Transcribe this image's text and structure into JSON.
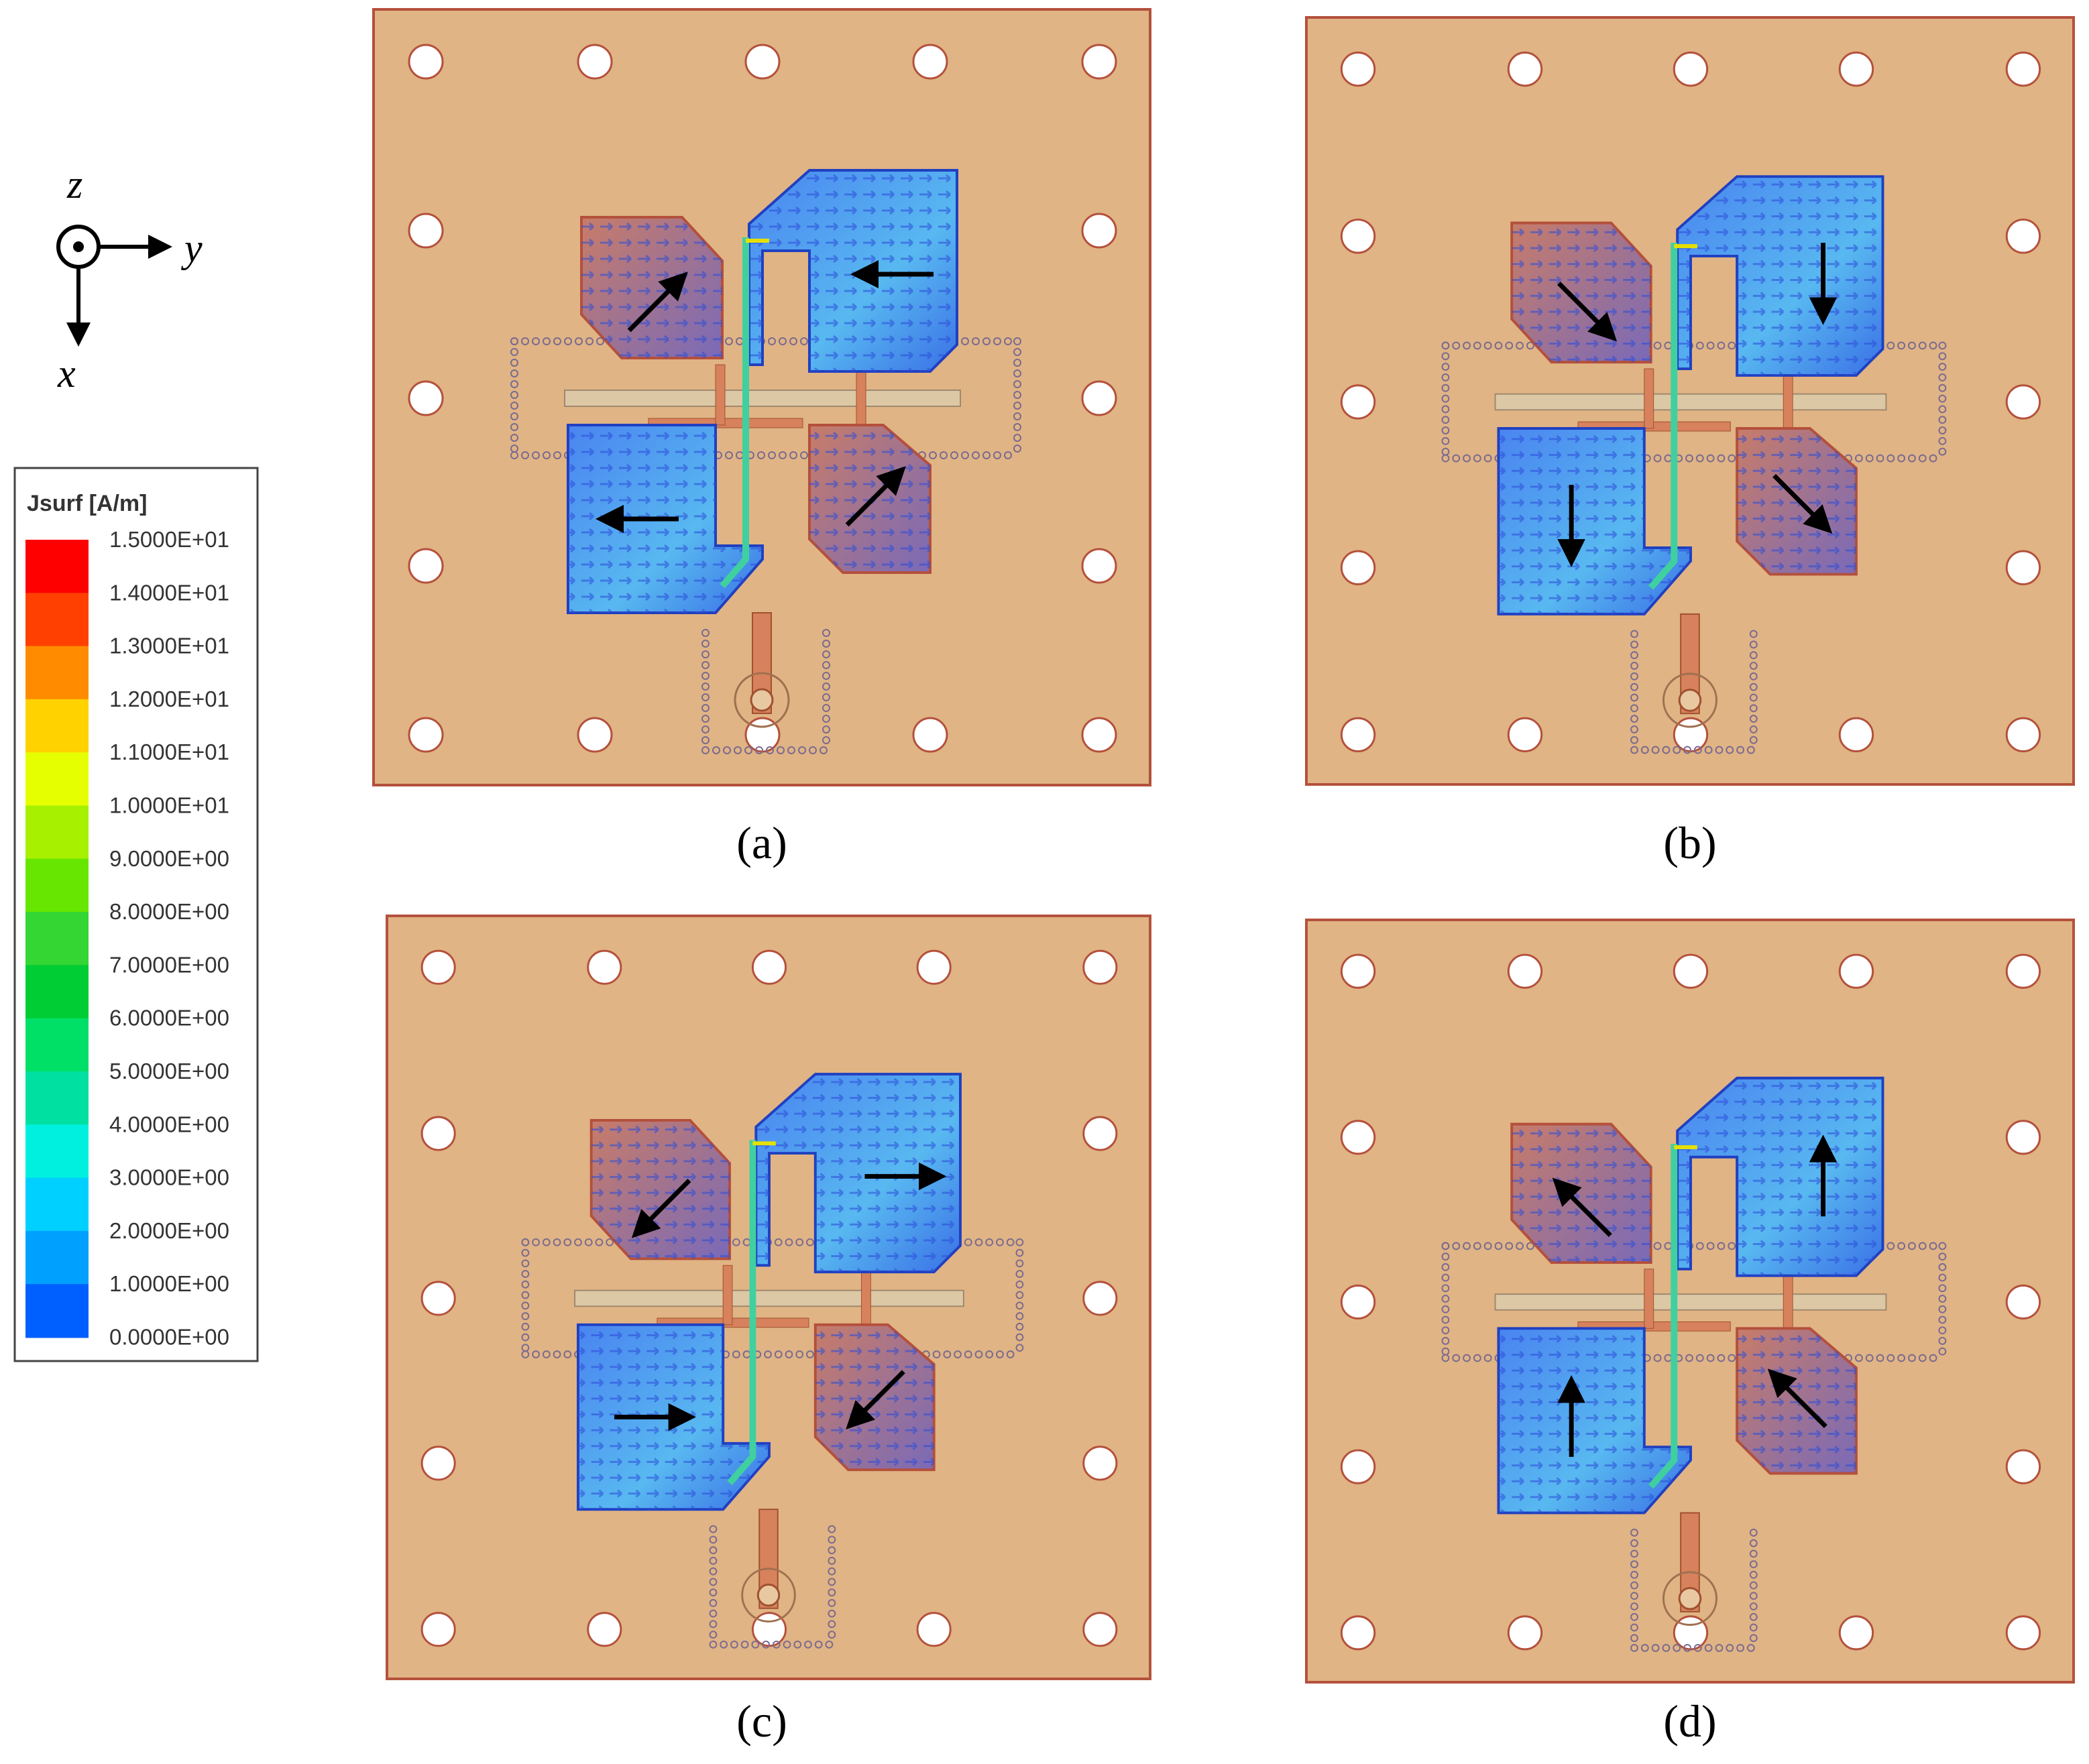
{
  "axes": {
    "z": "z",
    "y": "y",
    "x": "x"
  },
  "legend": {
    "title": "Jsurf [A/m]",
    "ticks": [
      "1.5000E+01",
      "1.4000E+01",
      "1.3000E+01",
      "1.2000E+01",
      "1.1000E+01",
      "1.0000E+01",
      "9.0000E+00",
      "8.0000E+00",
      "7.0000E+00",
      "6.0000E+00",
      "5.0000E+00",
      "4.0000E+00",
      "3.0000E+00",
      "2.0000E+00",
      "1.0000E+00",
      "0.0000E+00"
    ],
    "colors": [
      "#ff0000",
      "#ff4000",
      "#ff8c00",
      "#ffd200",
      "#e6ff00",
      "#a6f000",
      "#66e600",
      "#33d633",
      "#00cc33",
      "#00e066",
      "#00e0a0",
      "#00f0e0",
      "#00d0ff",
      "#00a0ff",
      "#0060ff",
      "#0000ff"
    ]
  },
  "panels": [
    {
      "label": "(a)",
      "arrows": [
        [
          -1,
          1
        ],
        [
          0,
          -1
        ],
        [
          0,
          -1
        ],
        [
          -1,
          1
        ]
      ]
    },
    {
      "label": "(b)",
      "arrows": [
        [
          1,
          1
        ],
        [
          1,
          0
        ],
        [
          1,
          0
        ],
        [
          1,
          1
        ]
      ]
    },
    {
      "label": "(c)",
      "arrows": [
        [
          1,
          -1
        ],
        [
          0,
          1
        ],
        [
          0,
          1
        ],
        [
          1,
          -1
        ]
      ]
    },
    {
      "label": "(d)",
      "arrows": [
        [
          -1,
          -1
        ],
        [
          -1,
          0
        ],
        [
          -1,
          0
        ],
        [
          -1,
          -1
        ]
      ]
    }
  ],
  "colors": {
    "board": "#e0b484",
    "board_edge": "#b4503c",
    "patch_red": "#d98c6c",
    "patch_blue": "#6aa4e8",
    "patch_blue_light": "#70c4f0",
    "strip": "#dcc8a4",
    "feed": "#d7825c"
  }
}
